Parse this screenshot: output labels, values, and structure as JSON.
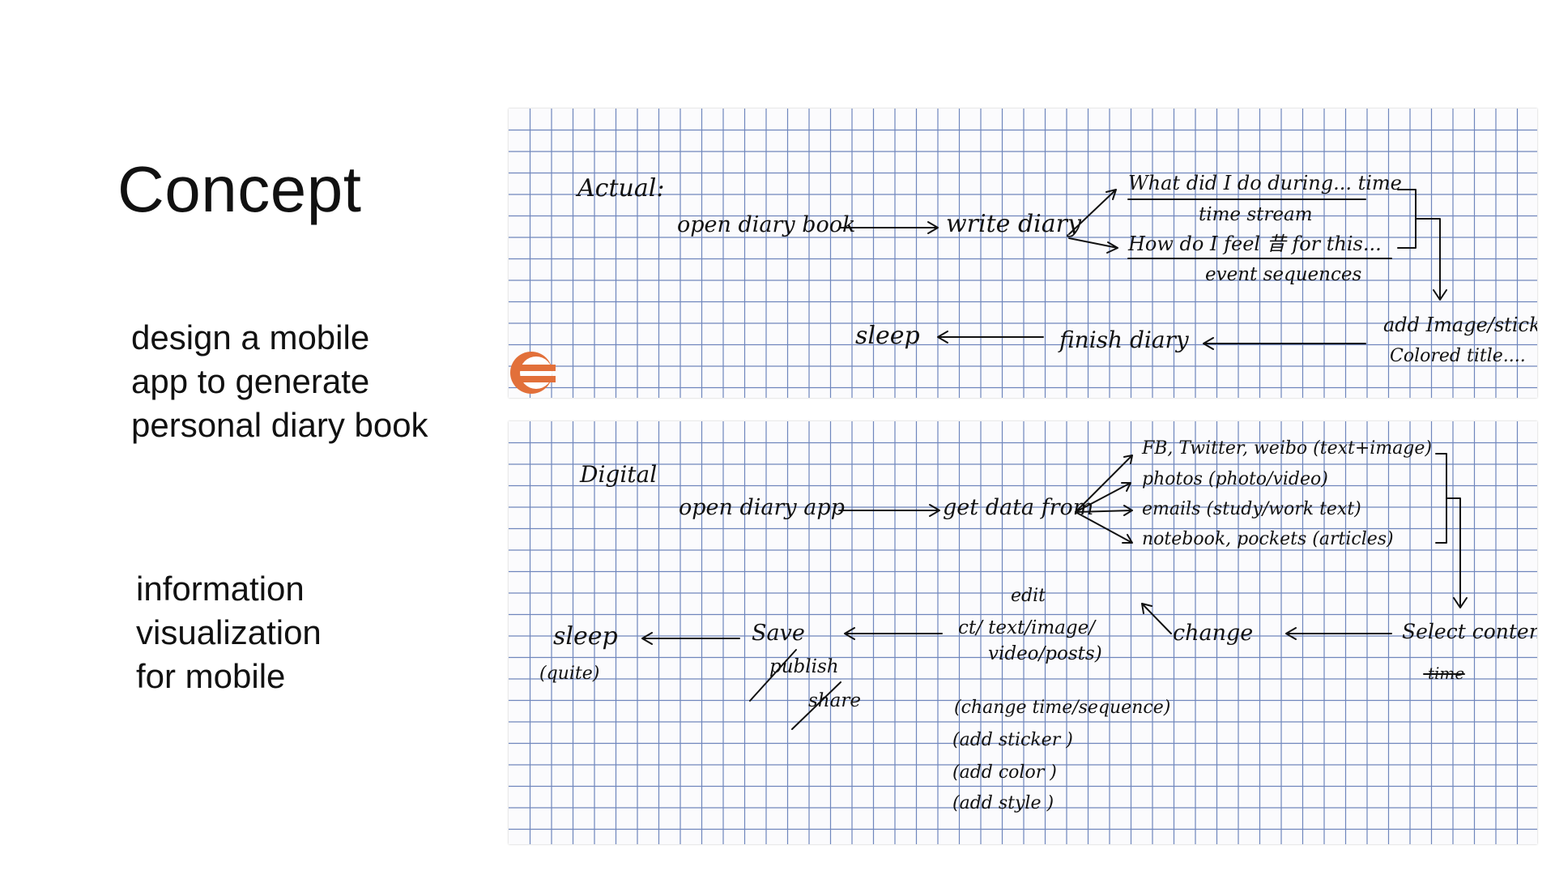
{
  "slide": {
    "title": "Concept",
    "bullet_1": [
      "design a mobile",
      "app to generate",
      "personal diary book"
    ],
    "bullet_2": [
      "information",
      "visualization",
      "for mobile"
    ]
  },
  "sketch_actual": {
    "label": "Actual:",
    "open_diary_book": "open diary book",
    "write_diary": "write diary",
    "question_1": "What did I do during... time",
    "time_stream": "time stream",
    "question_2": "How do I feel 昔 for this...",
    "event_sequences": "event sequences",
    "add_image": "add Image/sticker",
    "colored_title": "Colored title....",
    "finish_diary": "finish diary",
    "sleep": "sleep"
  },
  "sketch_digital": {
    "label": "Digital",
    "open_diary_app": "open diary app",
    "get_data_from": "get data from",
    "source_1": "FB, Twitter, weibo (text+image)",
    "source_2": "photos (photo/video)",
    "source_3": "emails (study/work text)",
    "source_4": "notebook, pockets (articles)",
    "select_content": "Select content",
    "struck_word": "time",
    "change": "change",
    "edit": "edit",
    "edit_targets_1": "ct/ text/image/",
    "edit_targets_2": "video/posts)",
    "save": "Save",
    "publish": "publish",
    "share": "share",
    "sleep": "sleep",
    "quite": "(quite)",
    "option_1": "(change time/sequence)",
    "option_2": "(add sticker )",
    "option_3": "(add color )",
    "option_4": "(add style )"
  },
  "colors": {
    "grid": "#6f86bd",
    "ink": "#111111",
    "logo_orange": "#e2703a"
  }
}
